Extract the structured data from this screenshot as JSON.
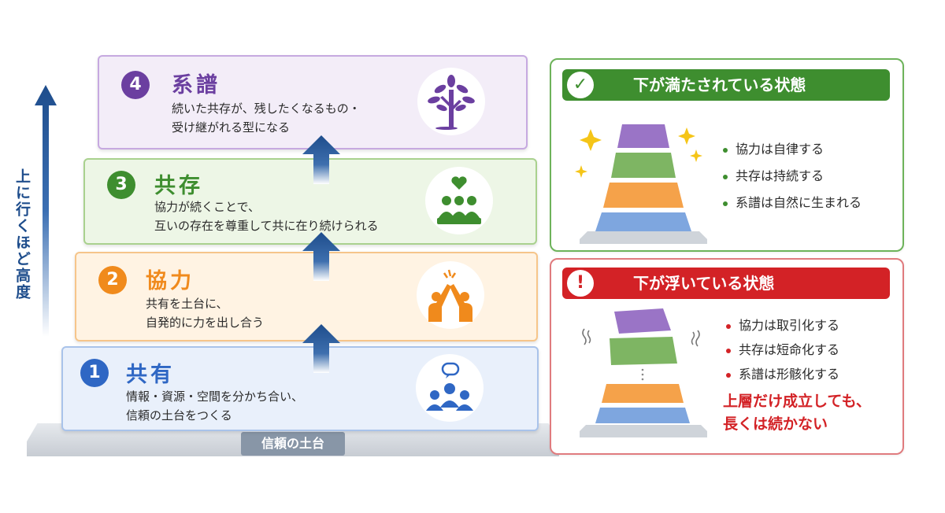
{
  "axis": {
    "label": "上に行くほど高度"
  },
  "base": {
    "label": "信頼の土台"
  },
  "layers": [
    {
      "number": "1",
      "title": "共有",
      "desc": [
        "情報・資源・空間を分かち合い、",
        "信頼の土台をつくる"
      ],
      "icon": "people-speech-icon",
      "color": "#2f67c4"
    },
    {
      "number": "2",
      "title": "協力",
      "desc": [
        "共有を土台に、",
        "自発的に力を出し合う"
      ],
      "icon": "high-five-icon",
      "color": "#f08a1c"
    },
    {
      "number": "3",
      "title": "共存",
      "desc": [
        "協力が続くことで、",
        "互いの存在を尊重して共に在り続けられる"
      ],
      "icon": "community-heart-icon",
      "color": "#3e8e2f"
    },
    {
      "number": "4",
      "title": "系譜",
      "desc": [
        "続いた共存が、残したくなるもの・",
        "受け継がれる型になる"
      ],
      "icon": "tree-icon",
      "color": "#6b3fa0"
    }
  ],
  "good_panel": {
    "title": "下が満たされている状態",
    "icon": "check-circle-icon",
    "color": "#3e8e2f",
    "items": [
      "協力は自律する",
      "共存は持続する",
      "系譜は自然に生まれる"
    ]
  },
  "bad_panel": {
    "title": "下が浮いている状態",
    "icon": "exclamation-circle-icon",
    "color": "#d32226",
    "items": [
      "協力は取引化する",
      "共存は短命化する",
      "系譜は形骸化する"
    ],
    "warning": [
      "上層だけ成立しても、",
      "長くは続かない"
    ]
  }
}
